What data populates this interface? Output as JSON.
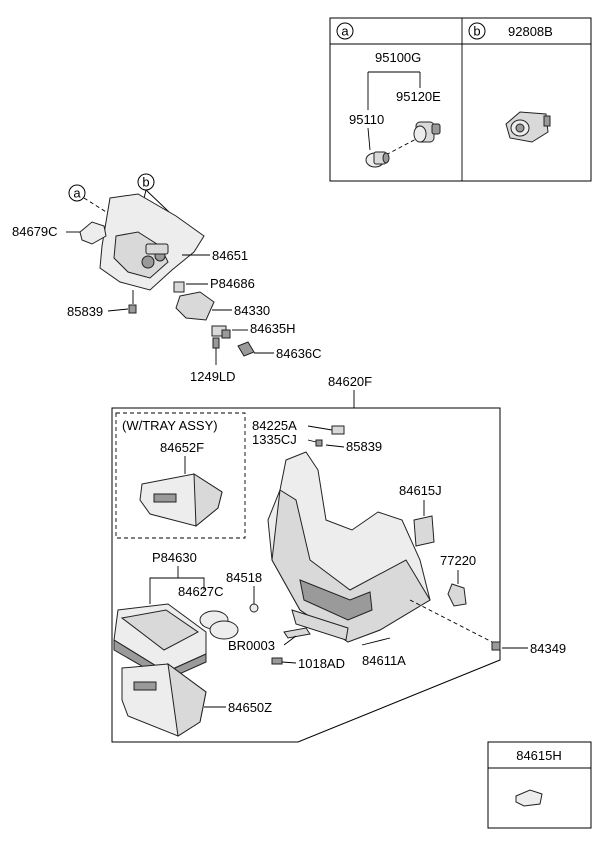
{
  "inset_box": {
    "callout_a": "a",
    "callout_b": "b",
    "part_b": "92808B",
    "parts_a": [
      "95100G",
      "95120E",
      "95110"
    ]
  },
  "callouts": {
    "a": "a",
    "b": "b"
  },
  "labels": {
    "p84679C": "84679C",
    "p84651": "84651",
    "pP84686": "P84686",
    "p85839_top": "85839",
    "p84330": "84330",
    "p84635H": "84635H",
    "p84636C": "84636C",
    "p1249LD": "1249LD",
    "p84620F": "84620F",
    "tray_assy": "(W/TRAY ASSY)",
    "p84652F": "84652F",
    "p84225A": "84225A",
    "p1335CJ": "1335CJ",
    "p85839_mid": "85839",
    "p84615J": "84615J",
    "pP84630": "P84630",
    "p84627C": "84627C",
    "p84518": "84518",
    "p77220": "77220",
    "pBR0003": "BR0003",
    "p1018AD": "1018AD",
    "p84611A": "84611A",
    "p84349": "84349",
    "p84650Z": "84650Z",
    "p84615H": "84615H"
  }
}
